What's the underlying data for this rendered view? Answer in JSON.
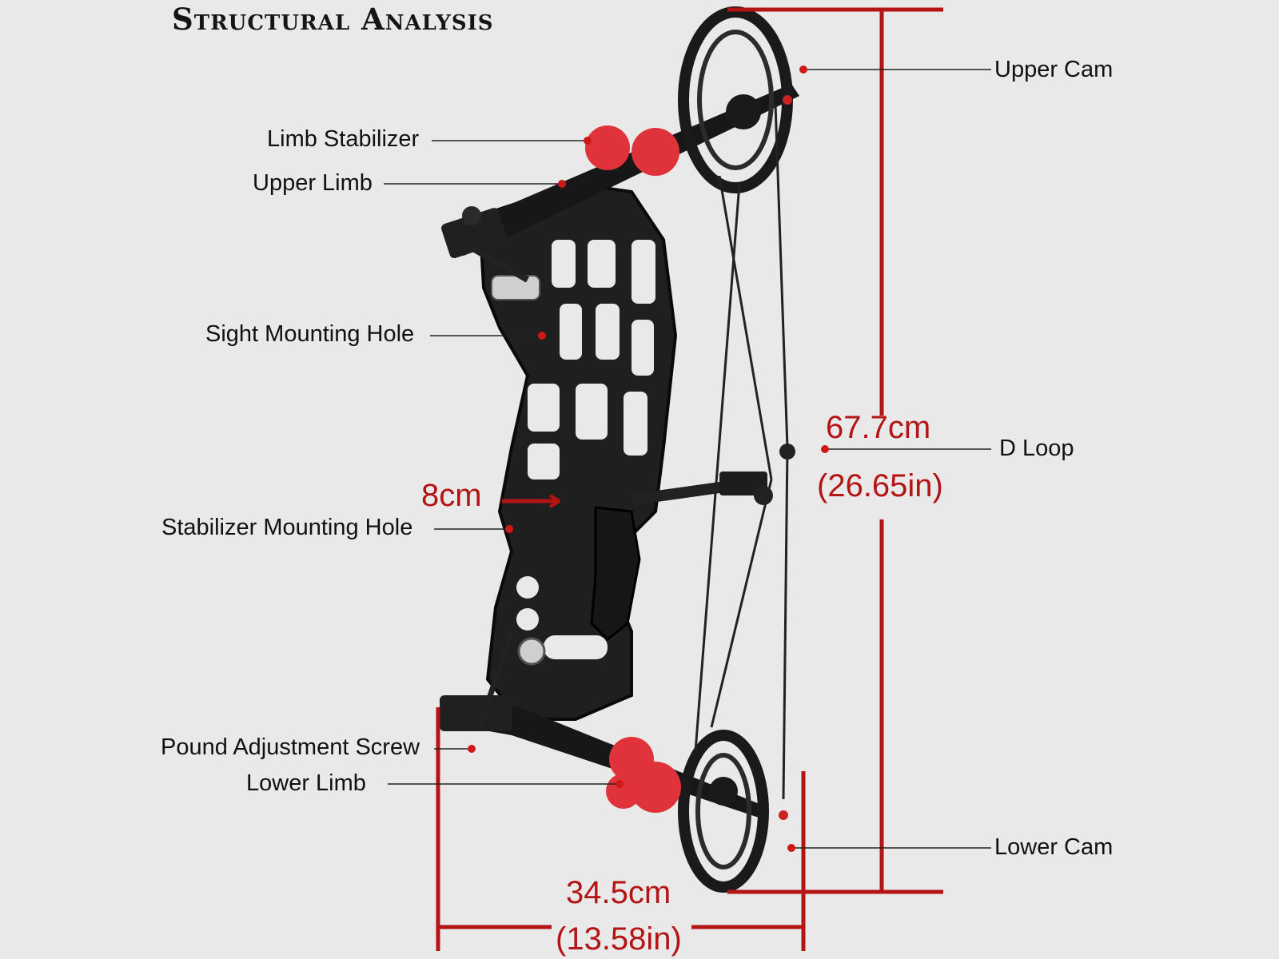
{
  "title": "Structural Analysis",
  "labels": {
    "upper_cam": "Upper Cam",
    "limb_stabilizer": "Limb Stabilizer",
    "upper_limb": "Upper Limb",
    "sight_mounting_hole": "Sight Mounting Hole",
    "d_loop": "D Loop",
    "stabilizer_mounting_hole": "Stabilizer Mounting Hole",
    "pound_adjustment_screw": "Pound Adjustment Screw",
    "lower_limb": "Lower  Limb",
    "lower_cam": "Lower Cam"
  },
  "dimensions": {
    "height_cm": "67.7cm",
    "height_in": "(26.65in)",
    "grip_width": "8cm",
    "width_cm": "34.5cm",
    "width_in": "(13.58in)"
  },
  "colors": {
    "background": "#e9e9e9",
    "bow": "#1c1c1c",
    "accent_red": "#b41414",
    "stabilizer_red": "#e0323a"
  }
}
